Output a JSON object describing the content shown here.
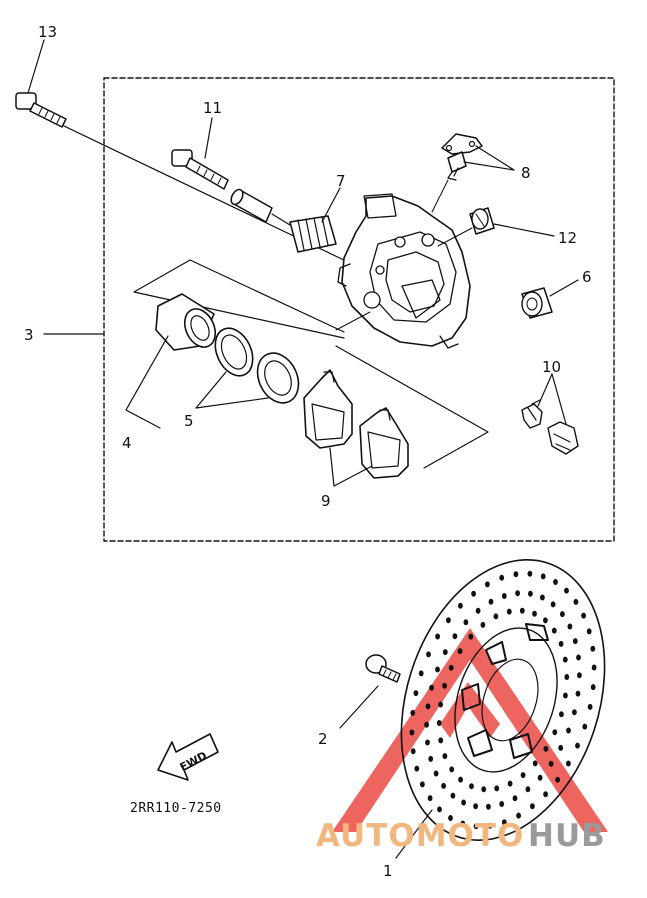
{
  "diagram": {
    "part_code": "2RR110-7250",
    "fwd_label": "FWD",
    "callouts": {
      "c1": "1",
      "c2": "2",
      "c3": "3",
      "c4": "4",
      "c5": "5",
      "c6": "6",
      "c7": "7",
      "c8": "8",
      "c9": "9",
      "c10": "10",
      "c11": "11",
      "c12": "12",
      "c13": "13"
    }
  },
  "watermark": {
    "text_auto": "AUTOMOTO",
    "text_hub": "HUB",
    "accent_color": "#e8322b",
    "auto_color": "#f1b77e",
    "hub_color": "#9a9a9a"
  }
}
